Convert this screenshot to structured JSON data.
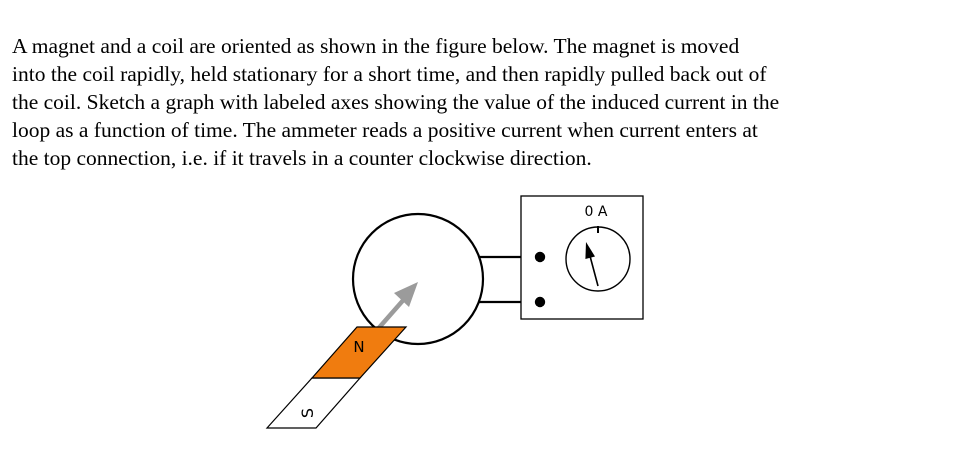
{
  "problem": {
    "lines": [
      "A magnet and a coil are oriented as shown in the figure below.  The magnet is moved",
      "into the coil rapidly, held stationary for a short time, and then rapidly pulled back out of",
      "the coil.  Sketch a graph with labeled axes showing the value of the induced current in the",
      "loop as a function of time.  The ammeter reads a positive current when current enters at",
      "the top connection, i.e. if it travels in a counter clockwise direction."
    ]
  },
  "figure": {
    "ammeter_reading": "0 A",
    "magnet_north_label": "N",
    "magnet_south_label": "S",
    "colors": {
      "north_pole": "#f07c0f",
      "south_pole": "#ffffff",
      "arrow": "#9b9b9b",
      "wire": "#000000"
    },
    "icons": {
      "motion_arrow": "arrow-up-right-icon",
      "meter_needle": "needle-icon"
    }
  }
}
